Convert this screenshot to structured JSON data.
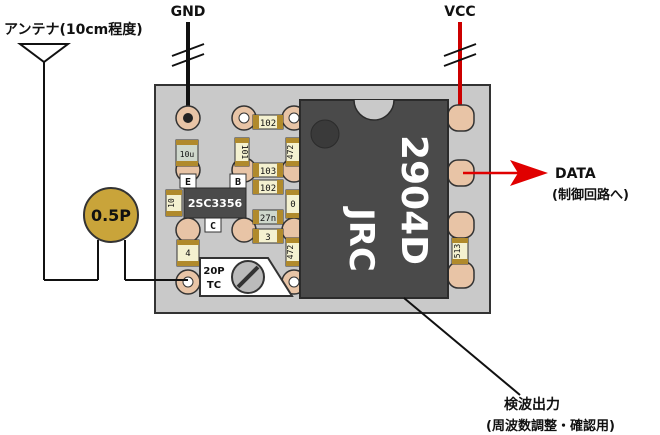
{
  "labels": {
    "antenna": "アンテナ(10cm程度)",
    "gnd": "GND",
    "vcc": "VCC",
    "data": "DATA",
    "data_sub": "(制御回路へ)",
    "detect": "検波出力",
    "detect_sub": "(周波数調整・確認用)"
  },
  "components": {
    "ic_part": "2904D",
    "ic_maker": "JRC",
    "transistor": "2SC3356",
    "cap_05p": "0.5P",
    "trimmer_line1": "20P",
    "trimmer_line2": "TC",
    "pin_e": "E",
    "pin_b": "B",
    "pin_c": "C",
    "r_102a": "102",
    "r_101": "101",
    "r_472a": "472",
    "r_10u": "10u",
    "r_103": "103",
    "r_102b": "102",
    "r_10": "10",
    "r_0": "0",
    "r_27n": "27n",
    "r_3": "3",
    "r_4": "4",
    "r_472b": "472",
    "r_513": "513"
  },
  "colors": {
    "board": "#c9c9c9",
    "pad": "#e8c4a6",
    "chip": "#4a4a4a",
    "chip_edge": "#2b2b2b",
    "cap_yellow": "#c9a43a",
    "data_arrow": "#e00000",
    "vcc_wire": "#cc0000"
  }
}
